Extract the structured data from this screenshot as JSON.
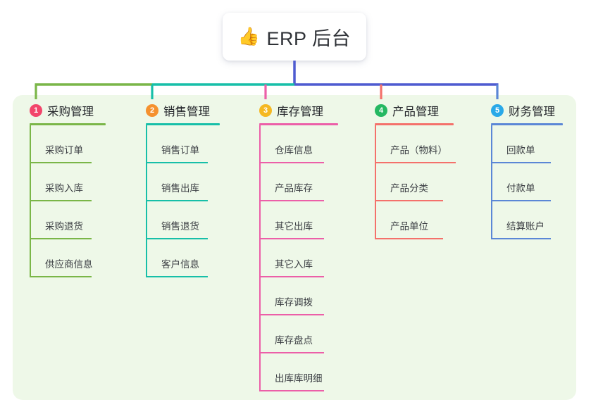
{
  "diagram": {
    "type": "mindmap-tree",
    "root": {
      "label": "ERP 后台",
      "emoji": "👍",
      "emoji_name": "thumbs-up-emoji"
    },
    "panel_color": "#eef8e8",
    "trunk_color": "#4e5bd0",
    "bus_segments": [
      {
        "name": "bus-green",
        "color": "#7ab648"
      },
      {
        "name": "bus-teal",
        "color": "#17bfa8"
      },
      {
        "name": "bus-indigo",
        "color": "#4e5bd0"
      }
    ],
    "columns": [
      {
        "number": "1",
        "title": "采购管理",
        "badge_color": "#f2466b",
        "line_color": "#7ab648",
        "items": [
          "采购订单",
          "采购入库",
          "采购退货",
          "供应商信息"
        ]
      },
      {
        "number": "2",
        "title": "销售管理",
        "badge_color": "#f5912e",
        "line_color": "#17bfa8",
        "items": [
          "销售订单",
          "销售出库",
          "销售退货",
          "客户信息"
        ]
      },
      {
        "number": "3",
        "title": "库存管理",
        "badge_color": "#f5b822",
        "line_color": "#ec5fa8",
        "items": [
          "仓库信息",
          "产品库存",
          "其它出库",
          "其它入库",
          "库存调拨",
          "库存盘点",
          "出库库明细"
        ]
      },
      {
        "number": "4",
        "title": "产品管理",
        "badge_color": "#25b862",
        "line_color": "#f4716b",
        "items": [
          "产品（物料）",
          "产品分类",
          "产品单位"
        ]
      },
      {
        "number": "5",
        "title": "财务管理",
        "badge_color": "#29a9e8",
        "line_color": "#5b87d6",
        "items": [
          "回款单",
          "付款单",
          "结算账户"
        ]
      }
    ]
  }
}
